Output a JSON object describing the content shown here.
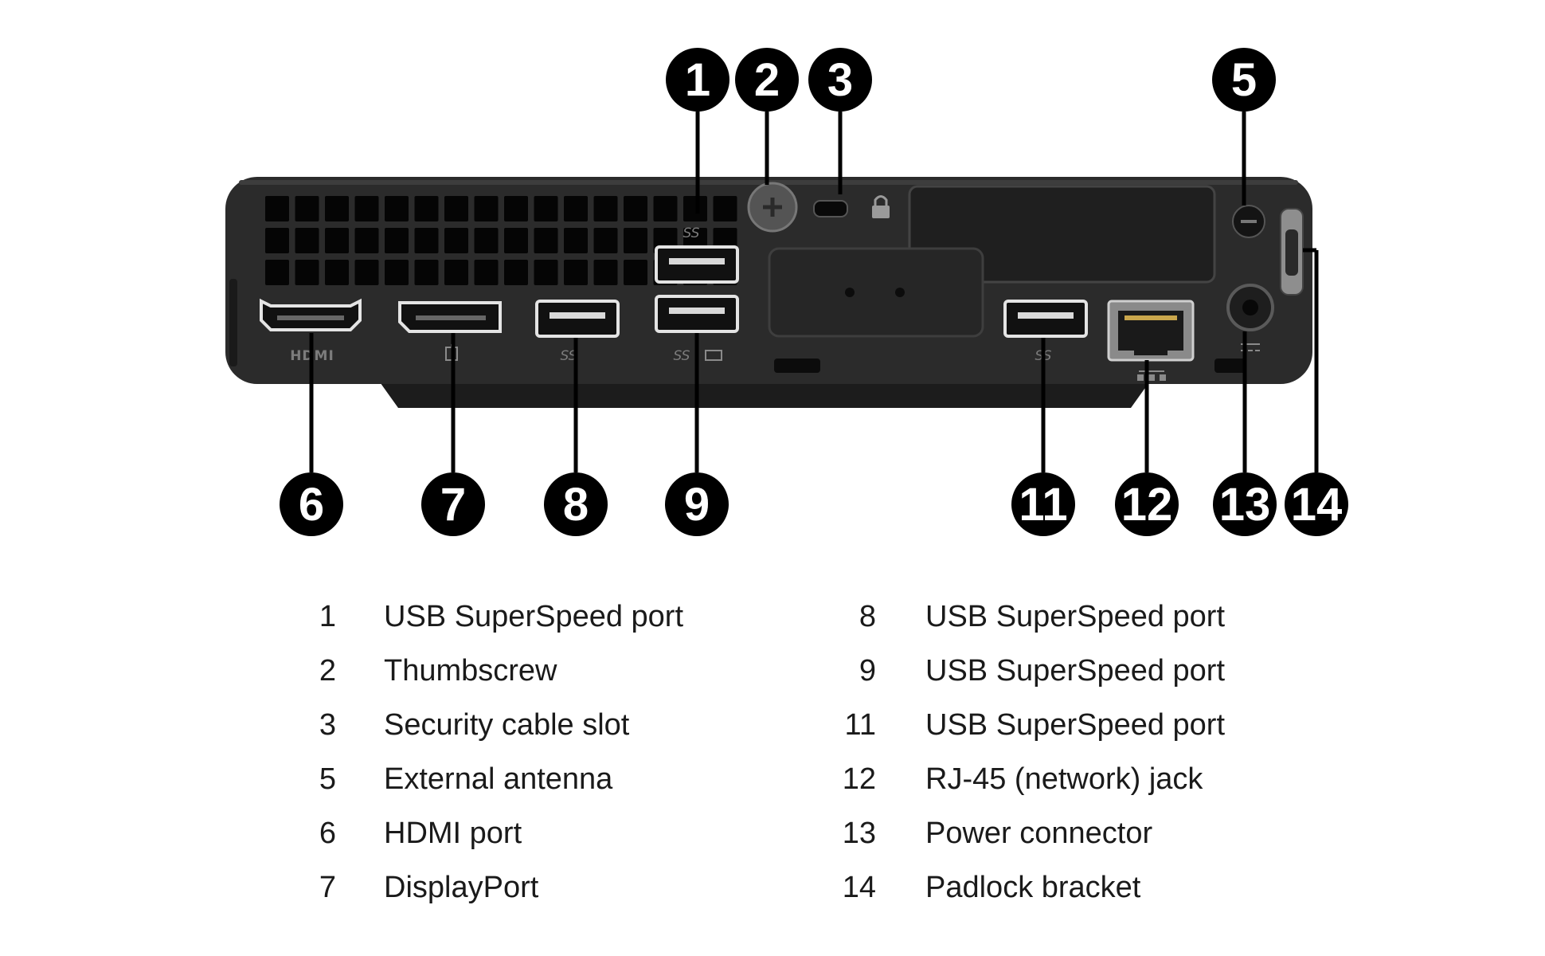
{
  "diagram": {
    "port_markings": {
      "hdmi": "HDMI",
      "usb_ss_1": "SS",
      "usb_ss_8": "SS",
      "usb_ss_9": "SS",
      "usb_ss_11": "SS"
    },
    "callouts": [
      "1",
      "2",
      "3",
      "5",
      "6",
      "7",
      "8",
      "9",
      "11",
      "12",
      "13",
      "14"
    ]
  },
  "legend": {
    "left": [
      {
        "num": "1",
        "label": "USB SuperSpeed port"
      },
      {
        "num": "2",
        "label": "Thumbscrew"
      },
      {
        "num": "3",
        "label": "Security cable slot"
      },
      {
        "num": "5",
        "label": "External antenna"
      },
      {
        "num": "6",
        "label": "HDMI port"
      },
      {
        "num": "7",
        "label": "DisplayPort"
      }
    ],
    "right": [
      {
        "num": "8",
        "label": "USB SuperSpeed port"
      },
      {
        "num": "9",
        "label": "USB SuperSpeed port"
      },
      {
        "num": "11",
        "label": "USB SuperSpeed port"
      },
      {
        "num": "12",
        "label": "RJ-45 (network) jack"
      },
      {
        "num": "13",
        "label": "Power connector"
      },
      {
        "num": "14",
        "label": "Padlock bracket"
      }
    ]
  },
  "colors": {
    "chassis": "#2b2b2b",
    "chassis_edge": "#3a3a3a",
    "vent": "#050505",
    "port": "#e4e4e4",
    "callout": "#000000",
    "leader": "#000000"
  }
}
